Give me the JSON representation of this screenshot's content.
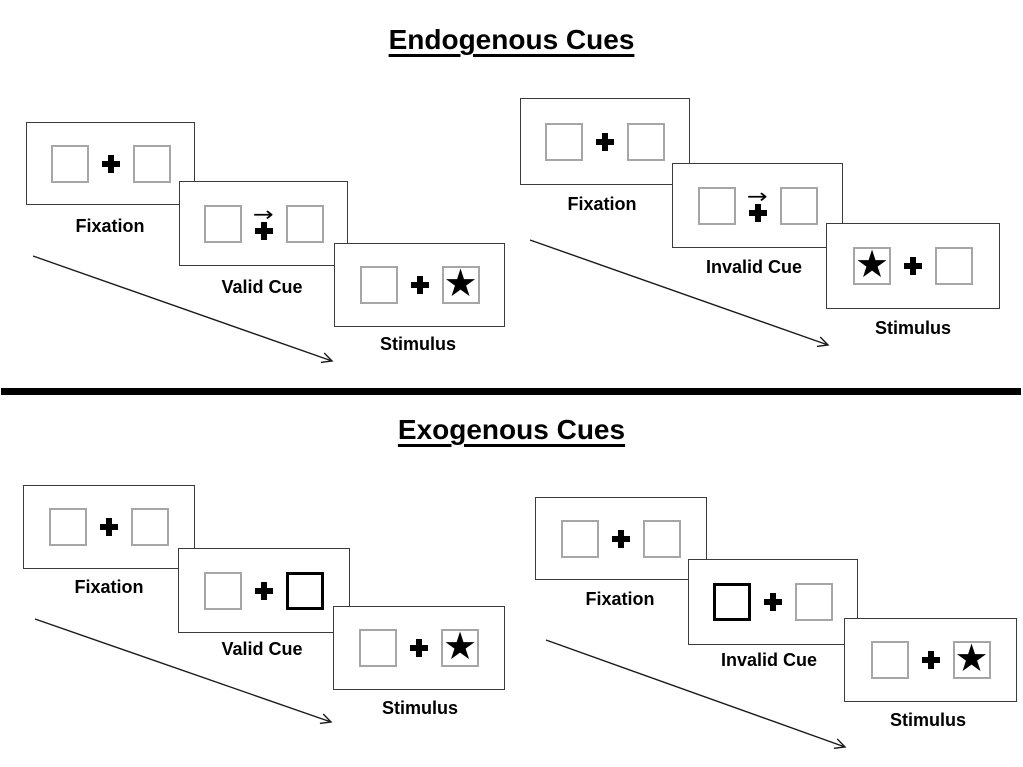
{
  "page": {
    "background": "#ffffff"
  },
  "colors": {
    "ink": "#000000",
    "panel_border": "#3b3b3b",
    "box_border": "#a6a6a6",
    "highlight_box_border": "#000000",
    "divider": "#000000",
    "arrow": "#1a1a1a"
  },
  "icons": {
    "star": "★",
    "cue_arrow_right": "→",
    "fixation_cross": "css-heavy-cross"
  },
  "sections": [
    {
      "title": "Endogenous Cues",
      "groups": [
        {
          "name": "valid",
          "panels": [
            {
              "label": "Fixation",
              "left_box": "empty",
              "right_box": "empty",
              "center": "cross"
            },
            {
              "label": "Valid Cue",
              "left_box": "empty",
              "right_box": "empty",
              "center": "right-arrow-above-cross"
            },
            {
              "label": "Stimulus",
              "left_box": "empty",
              "right_box": "star",
              "center": "cross"
            }
          ]
        },
        {
          "name": "invalid",
          "panels": [
            {
              "label": "Fixation",
              "left_box": "empty",
              "right_box": "empty",
              "center": "cross"
            },
            {
              "label": "Invalid Cue",
              "left_box": "empty",
              "right_box": "empty",
              "center": "right-arrow-above-cross"
            },
            {
              "label": "Stimulus",
              "left_box": "star",
              "right_box": "empty",
              "center": "cross"
            }
          ]
        }
      ]
    },
    {
      "title": "Exogenous Cues",
      "groups": [
        {
          "name": "valid",
          "panels": [
            {
              "label": "Fixation",
              "left_box": "empty",
              "right_box": "empty",
              "center": "cross"
            },
            {
              "label": "Valid Cue",
              "left_box": "empty",
              "right_box": "empty-thick-border",
              "center": "cross"
            },
            {
              "label": "Stimulus",
              "left_box": "empty",
              "right_box": "star",
              "center": "cross"
            }
          ]
        },
        {
          "name": "invalid",
          "panels": [
            {
              "label": "Fixation",
              "left_box": "empty",
              "right_box": "empty",
              "center": "cross"
            },
            {
              "label": "Invalid Cue",
              "left_box": "empty-thick-border",
              "right_box": "empty",
              "center": "cross"
            },
            {
              "label": "Stimulus",
              "left_box": "empty",
              "right_box": "star",
              "center": "cross"
            }
          ]
        }
      ]
    }
  ]
}
